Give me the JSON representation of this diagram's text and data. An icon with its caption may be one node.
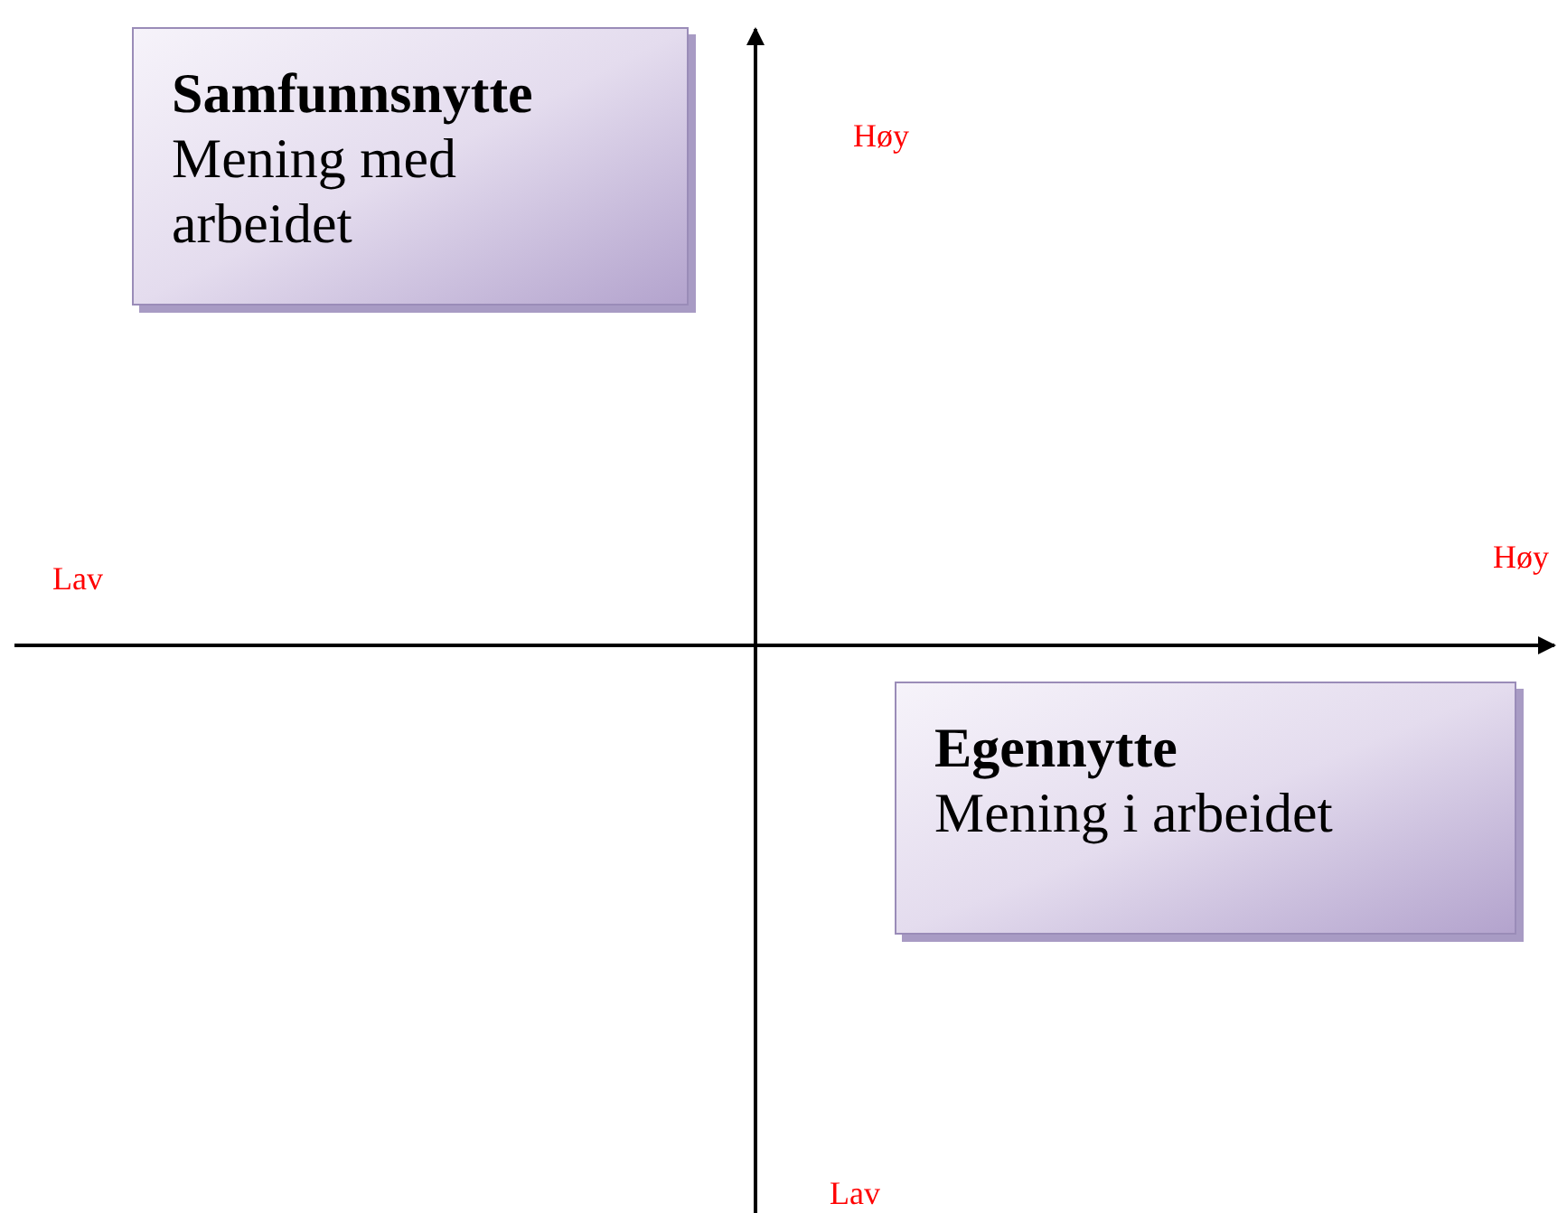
{
  "diagram": {
    "nodes": [
      {
        "text": [
          "Samfunnsnytte",
          "Mening med arbeidet"
        ]
      },
      {
        "text": [
          "Egennytte",
          "Mening i arbeidet"
        ]
      }
    ],
    "labels": [
      "Høy",
      "Lav",
      "Høy",
      "Lav"
    ]
  }
}
